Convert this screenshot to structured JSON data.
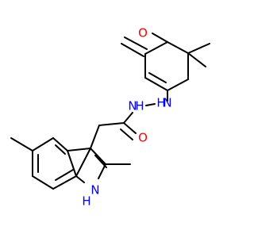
{
  "atoms": {
    "O_ketone": {
      "text": "O",
      "color": "#ff0000"
    },
    "NH_upper": {
      "text": "H",
      "color": "#0000ff"
    },
    "N_upper": {
      "text": "N",
      "color": "#0000ff"
    },
    "N_lower": {
      "text": "N",
      "color": "#0000ff"
    },
    "NH_lower": {
      "text": "H",
      "color": "#0000ff"
    },
    "O_amide": {
      "text": "O",
      "color": "#ff0000"
    },
    "NH_indole": {
      "text": "H",
      "color": "#0000ff"
    },
    "N_indole": {
      "text": "N",
      "color": "#0000ff"
    }
  }
}
